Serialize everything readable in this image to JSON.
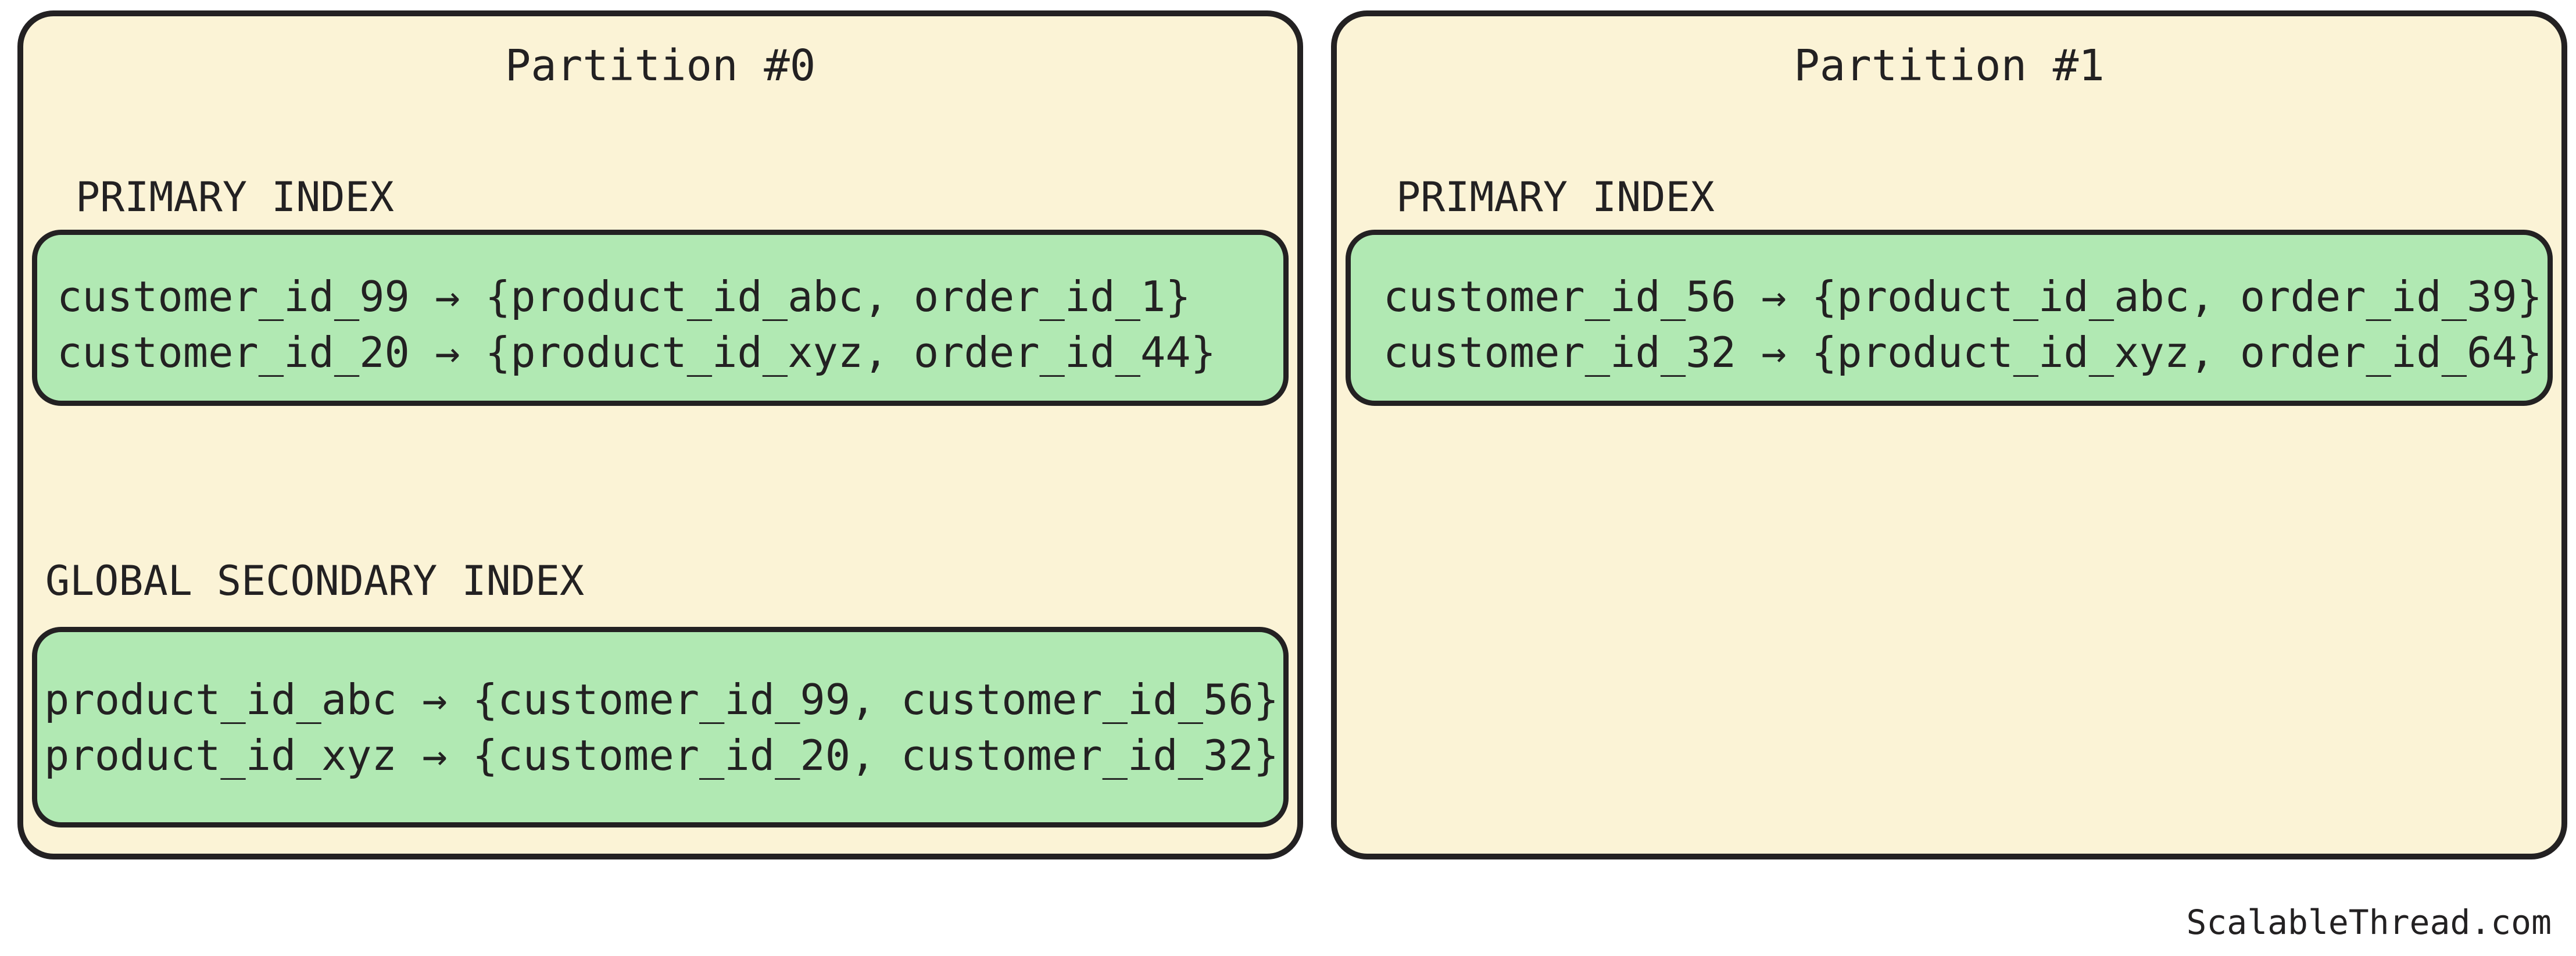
{
  "colors": {
    "canvas_background": "#ffffff",
    "partition_fill": "#FBF3D6",
    "index_fill": "#B1E9B3",
    "stroke": "#232122",
    "text": "#232122"
  },
  "partitions": [
    {
      "title": "Partition #0",
      "sections": [
        {
          "label": "PRIMARY INDEX",
          "entries": [
            "customer_id_99 → {product_id_abc, order_id_1}",
            "customer_id_20 → {product_id_xyz, order_id_44}"
          ]
        },
        {
          "label": "GLOBAL SECONDARY INDEX",
          "entries": [
            "product_id_abc → {customer_id_99, customer_id_56}",
            "product_id_xyz → {customer_id_20, customer_id_32}"
          ]
        }
      ]
    },
    {
      "title": "Partition #1",
      "sections": [
        {
          "label": "PRIMARY INDEX",
          "entries": [
            "customer_id_56 → {product_id_abc, order_id_39}",
            "customer_id_32 → {product_id_xyz, order_id_64}"
          ]
        }
      ]
    }
  ],
  "footer": {
    "watermark": "ScalableThread.com"
  }
}
